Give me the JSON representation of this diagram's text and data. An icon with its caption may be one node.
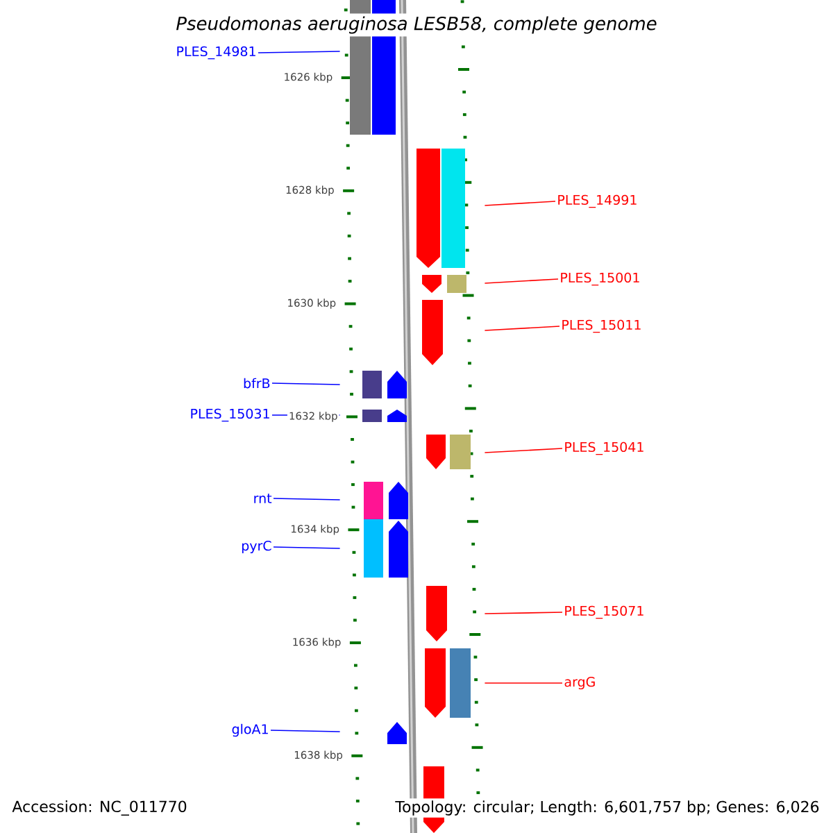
{
  "diagram": {
    "title": "Pseudomonas aeruginosa LESB58, complete genome",
    "nodes": [
      {
        "text": [
          "PLES_14981"
        ]
      },
      {
        "text": [
          "PLES_14991"
        ]
      },
      {
        "text": [
          "PLES_15001"
        ]
      },
      {
        "text": [
          "PLES_15011"
        ]
      },
      {
        "text": [
          "bfrB"
        ]
      },
      {
        "text": [
          "PLES_15031"
        ]
      },
      {
        "text": [
          "PLES_15041"
        ]
      },
      {
        "text": [
          "rnt"
        ]
      },
      {
        "text": [
          "pyrC"
        ]
      },
      {
        "text": [
          "PLES_15071"
        ]
      },
      {
        "text": [
          "argG"
        ]
      },
      {
        "text": [
          "gloA1"
        ]
      },
      {
        "text": [],
        "shape": "picture"
      }
    ],
    "edges": [
      {
        "from": 0,
        "to": 12,
        "arrow": "none",
        "color": "#0000ff"
      },
      {
        "from": 1,
        "to": 12,
        "arrow": "none",
        "color": "#ff0000"
      },
      {
        "from": 2,
        "to": 12,
        "arrow": "none",
        "color": "#ff0000"
      },
      {
        "from": 3,
        "to": 12,
        "arrow": "none",
        "color": "#ff0000"
      },
      {
        "from": 4,
        "to": 12,
        "arrow": "none",
        "color": "#0000ff"
      },
      {
        "from": 5,
        "to": 12,
        "arrow": "none",
        "color": "#0000ff"
      },
      {
        "from": 6,
        "to": 12,
        "arrow": "none",
        "color": "#ff0000"
      },
      {
        "from": 7,
        "to": 12,
        "arrow": "none",
        "color": "#0000ff"
      },
      {
        "from": 8,
        "to": 12,
        "arrow": "none",
        "color": "#0000ff"
      },
      {
        "from": 9,
        "to": 12,
        "arrow": "none",
        "color": "#ff0000"
      },
      {
        "from": 10,
        "to": 12,
        "arrow": "none",
        "color": "#ff0000"
      },
      {
        "from": 11,
        "to": 12,
        "arrow": "none",
        "color": "#0000ff"
      }
    ],
    "labels": [
      "1626 kbp",
      "1628 kbp",
      "1630 kbp",
      "1632 kbp",
      "1634 kbp",
      "1636 kbp",
      "1638 kbp",
      "Accession: NC_011770",
      "Topology: circular; Length: 6,601,757 bp; Genes: 6,026"
    ]
  }
}
